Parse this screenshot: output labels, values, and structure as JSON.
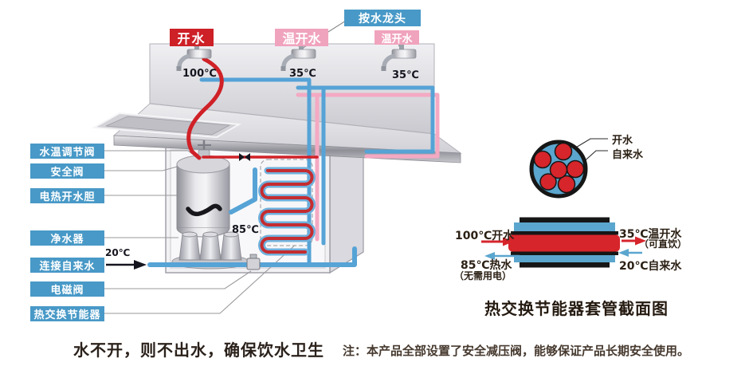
{
  "labels": {
    "press_faucet": "按水龙头",
    "boiling": "开水",
    "warm_1": "温开水",
    "warm_2": "温开水",
    "temp_boiling": "100℃",
    "temp_warm_1": "35℃",
    "temp_warm_2": "35℃",
    "temp_tank": "85℃",
    "temp_inlet": "20℃"
  },
  "component_labels": [
    "水温调节阀",
    "安全阀",
    "电热开水胆",
    "净水器",
    "连接自来水",
    "电磁阀",
    "热交换节能器"
  ],
  "slogan": "水不开，则不出水，确保饮水卫生",
  "cross_section": {
    "legend_boiling": "开水",
    "legend_tap": "自来水",
    "inlet_top": "100℃开水",
    "outlet_top": "35℃温开水",
    "outlet_top_note": "（可直饮）",
    "outlet_bottom": "85℃热水",
    "outlet_bottom_note": "（无需用电）",
    "inlet_bottom": "20℃自来水",
    "caption": "热交换节能器套管截面图"
  },
  "note": "注：本产品全部设置了安全减压阀，能够保证产品长期安全使用。",
  "colors": {
    "badge_blue": "#4899c7",
    "badge_red": "#cd2027",
    "badge_pink": "#f0a3bd",
    "pipe_hot": "#cf2127",
    "pipe_cold": "#56a3d6",
    "pipe_warm": "#f4a9c3",
    "tube_blue": "#5ba6ce",
    "tube_red": "#d6252b"
  }
}
